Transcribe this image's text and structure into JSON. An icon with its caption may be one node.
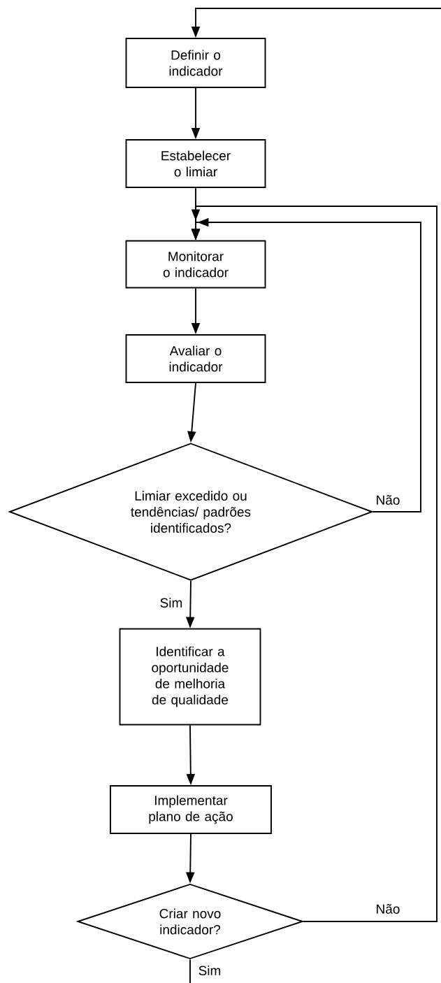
{
  "diagram": {
    "nodes": [
      {
        "text": [
          "Definir o indicador"
        ]
      },
      {
        "text": [
          "Estabelecer o limiar"
        ]
      },
      {
        "text": [
          "Monitorar o indicador"
        ]
      },
      {
        "text": [
          "Avaliar o indicador"
        ]
      },
      {
        "text": [
          "Limiar excedido ou tendências/ padrões identificados?"
        ]
      },
      {
        "text": [
          "Identificar a oportunidade de melhoria de qualidade"
        ]
      },
      {
        "text": [
          "Implementar plano de ação"
        ]
      },
      {
        "text": [
          "Criar novo indicador?"
        ]
      }
    ],
    "edges": [
      {
        "from": null,
        "to": 0,
        "arrow": "to"
      },
      {
        "from": 0,
        "to": 1,
        "arrow": "to"
      },
      {
        "from": 1,
        "to": 2,
        "arrow": "to"
      },
      {
        "from": 2,
        "to": 3,
        "arrow": "to"
      },
      {
        "from": 3,
        "to": 4,
        "arrow": "to"
      },
      {
        "from": 4,
        "to": 5,
        "arrow": "to",
        "label": "Sim"
      },
      {
        "from": 4,
        "to": 2,
        "arrow": "to",
        "label": "Não"
      },
      {
        "from": 5,
        "to": 6,
        "arrow": "to"
      },
      {
        "from": 6,
        "to": 7,
        "arrow": "to"
      },
      {
        "from": 7,
        "to": 2,
        "arrow": "to",
        "label": "Não"
      },
      {
        "from": 7,
        "to": null,
        "arrow": "none",
        "label": "Sim"
      }
    ]
  }
}
